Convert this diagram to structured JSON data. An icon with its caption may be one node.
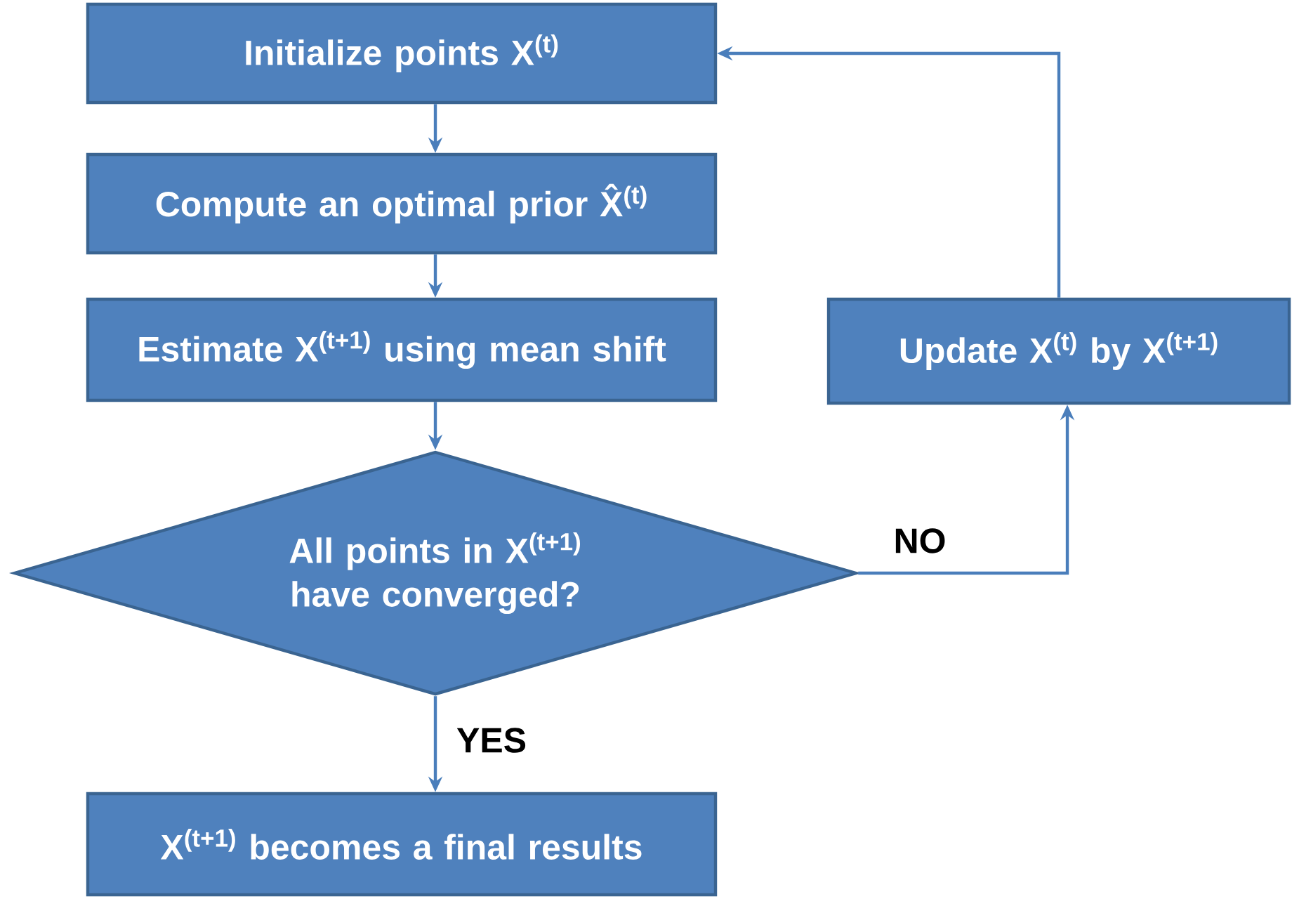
{
  "diagram": {
    "nodes": [
      {
        "text": [
          "Initialize points X$^{(t)}$"
        ]
      },
      {
        "text": [
          "Compute an optimal prior X̂$^{(t)}$"
        ]
      },
      {
        "text": [
          "Estimate X$^{(t+1)}$ using mean shift"
        ]
      },
      {
        "text": [
          "Update X$^{(t)}$ by X$^{(t+1)}$"
        ]
      },
      {
        "text": [
          "All points in X$^{(t+1)}$ have converged?"
        ]
      },
      {
        "text": [
          "X$^{(t+1)}$ becomes a final results"
        ]
      }
    ],
    "edges": [
      {
        "from": 0,
        "to": 1,
        "arrow": "to"
      },
      {
        "from": 1,
        "to": 2,
        "arrow": "to"
      },
      {
        "from": 2,
        "to": 4,
        "arrow": "to"
      },
      {
        "from": 4,
        "to": 3,
        "arrow": "to",
        "label": "NO"
      },
      {
        "from": 3,
        "to": 0,
        "arrow": "to"
      },
      {
        "from": 4,
        "to": 5,
        "arrow": "to",
        "label": "YES"
      }
    ]
  }
}
